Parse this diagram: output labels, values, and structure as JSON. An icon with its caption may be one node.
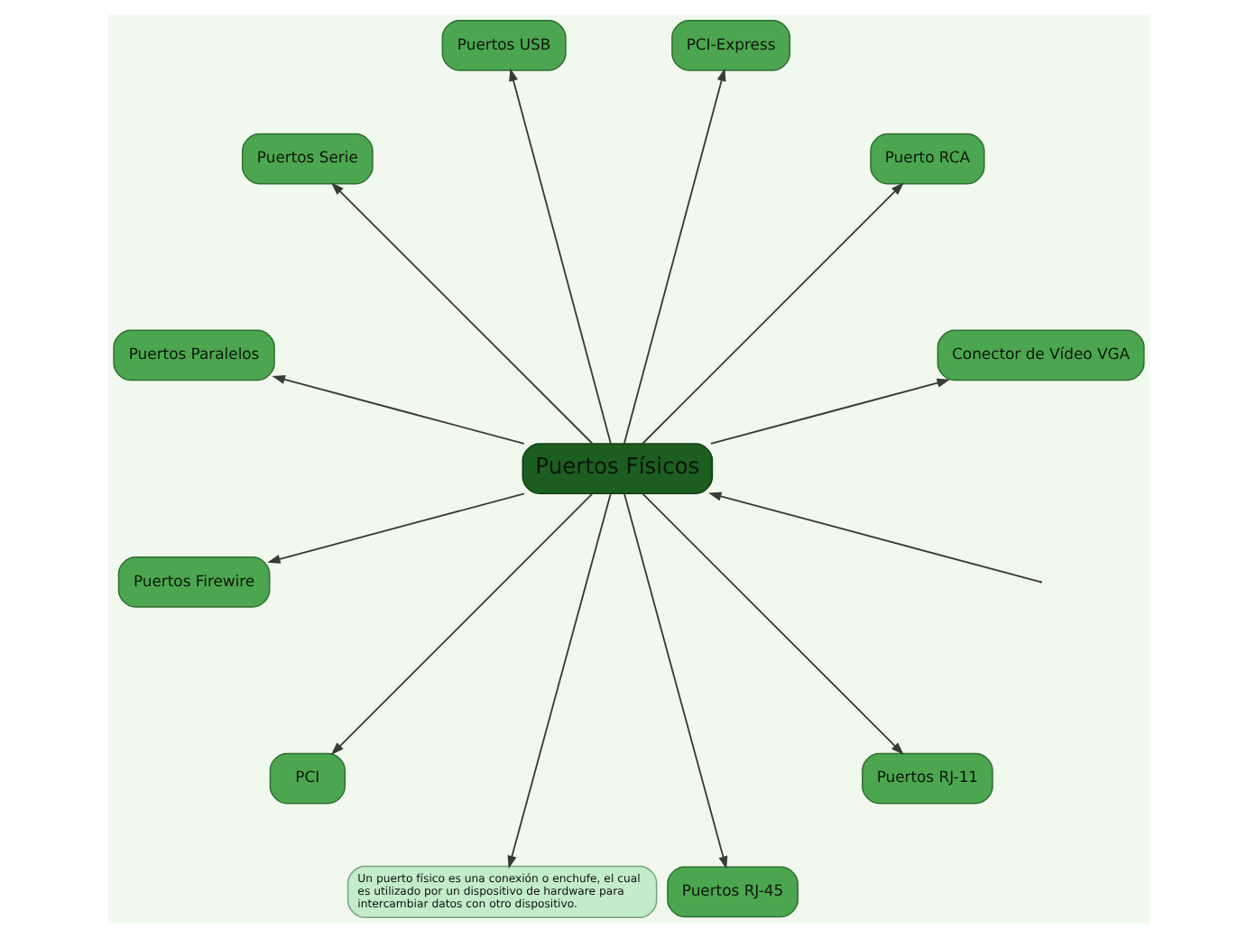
{
  "diagram": {
    "nodes": [
      {
        "text": [
          "Puertos Físicos"
        ]
      },
      {
        "text": [
          "Puertos USB"
        ]
      },
      {
        "text": [
          "PCI-Express"
        ]
      },
      {
        "text": [
          "Puertos Serie"
        ]
      },
      {
        "text": [
          "Puerto RCA"
        ]
      },
      {
        "text": [
          "Puertos Paralelos"
        ]
      },
      {
        "text": [
          "Conector de Vídeo VGA"
        ]
      },
      {
        "text": [
          "Puertos Firewire"
        ]
      },
      {
        "text": [
          "Puertos RJ-11"
        ]
      },
      {
        "text": [
          "Puertos RJ-45"
        ]
      },
      {
        "text": [
          "PCI"
        ]
      },
      {
        "text": [
          "Un puerto físico es una conexión o enchufe, el cual es utilizado por un dispositivo de hardware para intercambiar datos con otro dispositivo."
        ]
      }
    ],
    "edges": [
      {
        "from": 0,
        "to": 1,
        "arrow": "to"
      },
      {
        "from": 0,
        "to": 2,
        "arrow": "to"
      },
      {
        "from": 0,
        "to": 3,
        "arrow": "to"
      },
      {
        "from": 0,
        "to": 4,
        "arrow": "to"
      },
      {
        "from": 0,
        "to": 5,
        "arrow": "to"
      },
      {
        "from": 0,
        "to": 6,
        "arrow": "to"
      },
      {
        "from": 0,
        "to": 7,
        "arrow": "to"
      },
      {
        "from": 0,
        "to": 8,
        "arrow": "to"
      },
      {
        "from": 0,
        "to": 9,
        "arrow": "to"
      },
      {
        "from": 0,
        "to": 10,
        "arrow": "to"
      },
      {
        "from": 0,
        "to": 11,
        "arrow": "to"
      },
      {
        "from": null,
        "to": 0,
        "arrow": "to"
      }
    ]
  }
}
